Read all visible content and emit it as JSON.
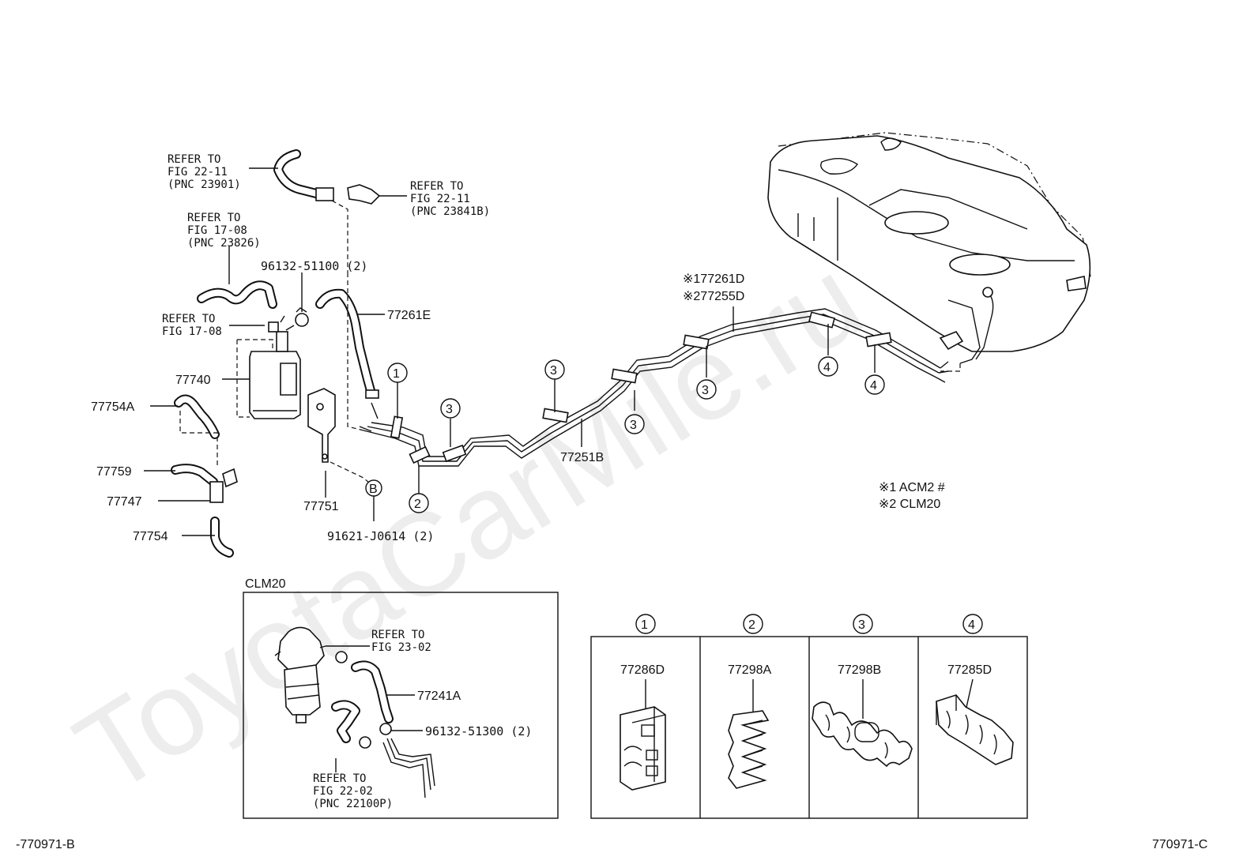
{
  "watermark": "ToyotaCarMile.ru",
  "refs": {
    "ref_22_11_a": [
      "REFER TO",
      "FIG 22-11",
      "(PNC 23901)"
    ],
    "ref_22_11_b": [
      "REFER TO",
      "FIG 22-11",
      "(PNC 23841B)"
    ],
    "ref_17_08_a": [
      "REFER TO",
      "FIG 17-08",
      "(PNC 23826)"
    ],
    "ref_17_08_b": [
      "REFER TO",
      "FIG 17-08"
    ],
    "ref_23_02": [
      "REFER TO",
      "FIG 23-02"
    ],
    "ref_22_02": [
      "REFER TO",
      "FIG 22-02",
      "(PNC 22100P)"
    ]
  },
  "parts": {
    "p96132_51100": "96132-51100 (2)",
    "p77261E": "77261E",
    "p77740": "77740",
    "p77754A": "77754A",
    "p77759": "77759",
    "p77747": "77747",
    "p77754": "77754",
    "p77751": "77751",
    "p91621": "91621-J0614 (2)",
    "pB": "B",
    "p77251B": "77251B",
    "p177261D": "※177261D",
    "p277255D": "※277255D",
    "p77241A": "77241A",
    "p96132_51300": "96132-51300 (2)"
  },
  "clamp_markers": {
    "m1": "1",
    "m2": "2",
    "m3": "3",
    "m4": "4"
  },
  "notes": {
    "note1": "※1 ACM2 #",
    "note2": "※2 CLM20"
  },
  "inset": {
    "title": "CLM20"
  },
  "legend": {
    "cols": [
      {
        "marker": "1",
        "part": "77286D"
      },
      {
        "marker": "2",
        "part": "77298A"
      },
      {
        "marker": "3",
        "part": "77298B"
      },
      {
        "marker": "4",
        "part": "77285D"
      }
    ]
  },
  "footer": {
    "left": "-770971-B",
    "right": "770971-C"
  }
}
